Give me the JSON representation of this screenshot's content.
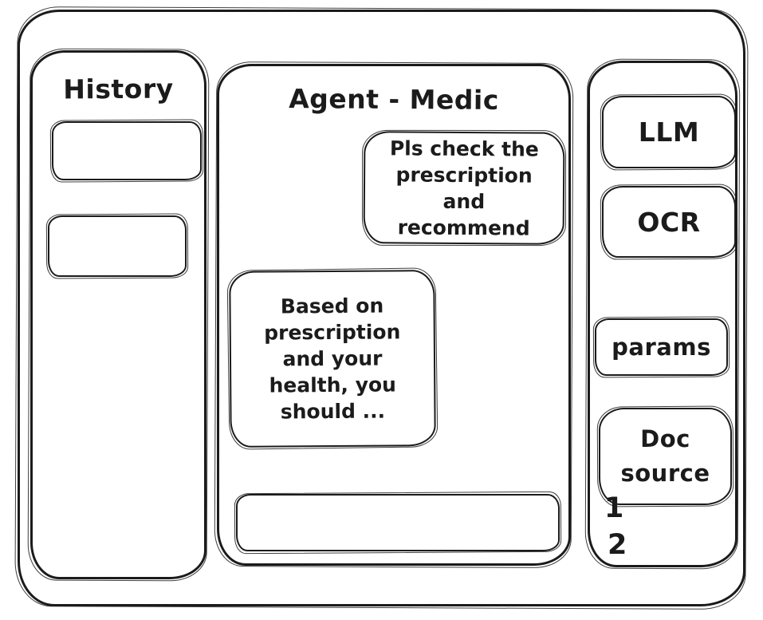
{
  "window": {
    "history": {
      "title": "History",
      "items": [
        "",
        ""
      ]
    },
    "chat": {
      "title": "Agent - Medic",
      "messages": [
        {
          "role": "user",
          "text": "Pls check the prescription and recommend"
        },
        {
          "role": "assistant",
          "text": "Based on prescription and your health, you should ..."
        }
      ],
      "input": {
        "value": "",
        "placeholder": ""
      }
    },
    "tools": {
      "llm_label": "LLM",
      "ocr_label": "OCR",
      "params_label": "params",
      "doc_source_label": "Doc source",
      "doc_items": [
        "1",
        "2"
      ]
    }
  },
  "colors": {
    "ink": "#1b1b1b",
    "background": "#ffffff"
  }
}
